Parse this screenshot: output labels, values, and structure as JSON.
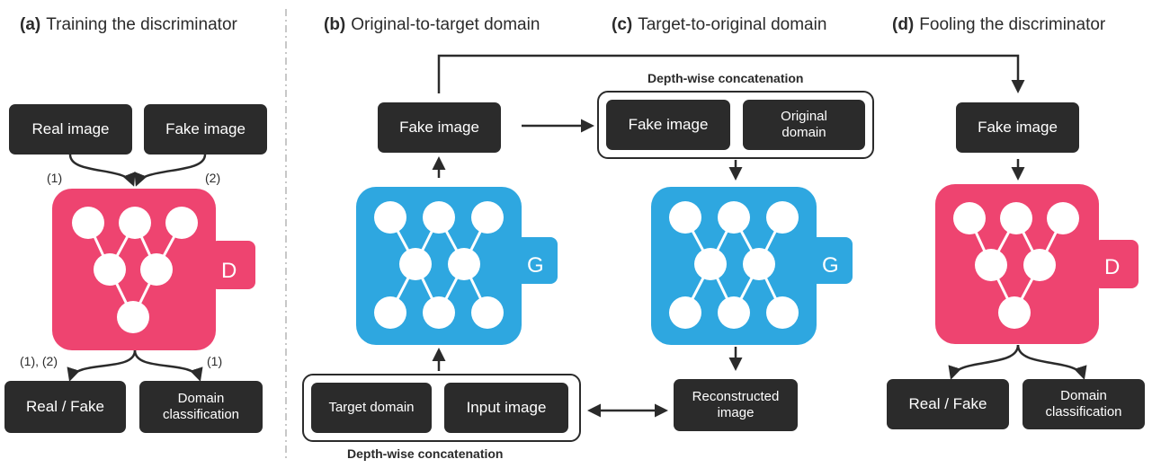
{
  "colors": {
    "discriminator": "#ee4470",
    "generator": "#2ea7e0",
    "box": "#2b2b2b",
    "line": "#2b2b2b",
    "divider": "#c8c8c8"
  },
  "panels": {
    "a": {
      "letter": "(a)",
      "title": "Training the discriminator"
    },
    "b": {
      "letter": "(b)",
      "title": "Original-to-target domain"
    },
    "c": {
      "letter": "(c)",
      "title": "Target-to-original domain"
    },
    "d": {
      "letter": "(d)",
      "title": "Fooling the discriminator"
    }
  },
  "panel_a": {
    "real_image": "Real image",
    "fake_image": "Fake image",
    "label_in_real": "(1)",
    "label_in_fake": "(2)",
    "network_label": "D",
    "label_out_realfake": "(1), (2)",
    "label_out_domain": "(1)",
    "real_fake": "Real / Fake",
    "domain_classification": "Domain classification"
  },
  "panel_b": {
    "fake_image": "Fake image",
    "network_label": "G",
    "target_domain": "Target domain",
    "input_image": "Input image",
    "concat_caption": "Depth-wise concatenation"
  },
  "panel_c": {
    "concat_caption": "Depth-wise concatenation",
    "fake_image": "Fake image",
    "original_domain": "Original domain",
    "network_label": "G",
    "reconstructed_image": "Reconstructed image"
  },
  "panel_d": {
    "fake_image": "Fake image",
    "network_label": "D",
    "real_fake": "Real / Fake",
    "domain_classification": "Domain classification"
  },
  "icons": [
    "discriminator-network-icon",
    "generator-network-icon",
    "arrow-icon"
  ]
}
